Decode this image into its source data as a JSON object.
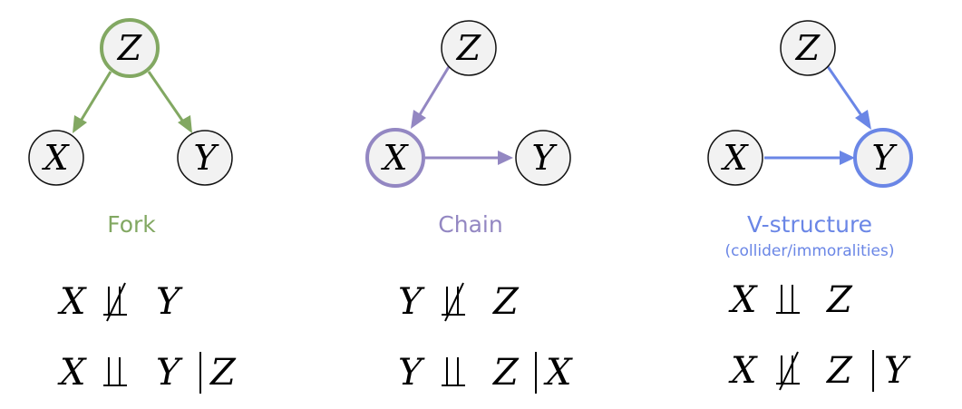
{
  "colors": {
    "fork": "#82a862",
    "chain": "#9387c2",
    "vstructure": "#6a86e6",
    "default_stroke": "#111111"
  },
  "fork": {
    "label": "Fork",
    "nodes": {
      "z": "Z",
      "x": "X",
      "y": "Y"
    },
    "statements": [
      {
        "left": "X",
        "relation": "not-independent",
        "right": "Y",
        "given": ""
      },
      {
        "left": "X",
        "relation": "independent",
        "right": "Y",
        "given": "Z"
      }
    ]
  },
  "chain": {
    "label": "Chain",
    "nodes": {
      "z": "Z",
      "x": "X",
      "y": "Y"
    },
    "statements": [
      {
        "left": "Y",
        "relation": "not-independent",
        "right": "Z",
        "given": ""
      },
      {
        "left": "Y",
        "relation": "independent",
        "right": "Z",
        "given": "X"
      }
    ]
  },
  "vstructure": {
    "label": "V-structure",
    "sublabel": "(collider/immoralities)",
    "nodes": {
      "z": "Z",
      "x": "X",
      "y": "Y"
    },
    "statements": [
      {
        "left": "X",
        "relation": "independent",
        "right": "Z",
        "given": ""
      },
      {
        "left": "X",
        "relation": "not-independent",
        "right": "Z",
        "given": "Y"
      }
    ]
  }
}
